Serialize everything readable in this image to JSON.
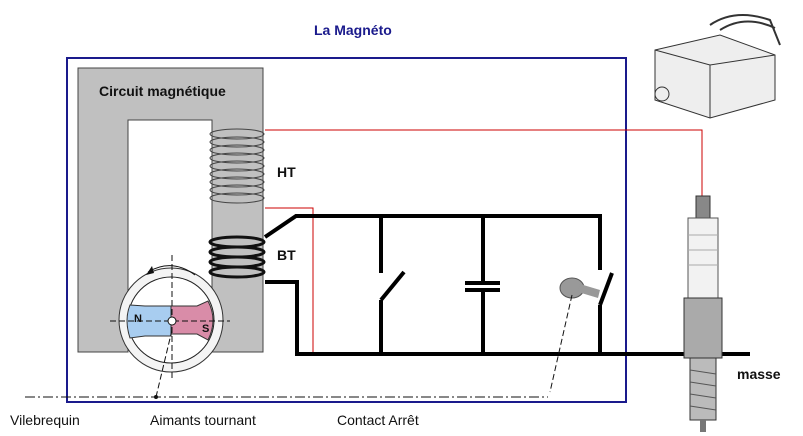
{
  "title": "La Magnéto",
  "labels": {
    "circuit": "Circuit magnétique",
    "ht": "HT",
    "bt": "BT",
    "masse": "masse",
    "vilebrequin": "Vilebrequin",
    "aimants": "Aimants tournant",
    "contact": "Contact Arrêt",
    "north": "N",
    "south": "S"
  },
  "colors": {
    "frame": "#1a1a8c",
    "core": "#c0c0c0",
    "wire_ht": "#cc0000",
    "north": "#a8cdf0",
    "south": "#d98ca8"
  }
}
